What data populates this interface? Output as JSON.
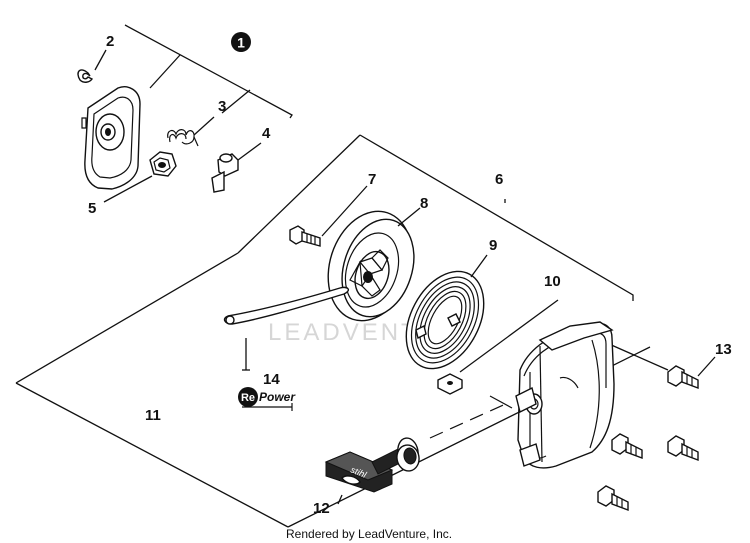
{
  "callouts": {
    "c1": "1",
    "c2": "2",
    "c3": "3",
    "c4": "4",
    "c5": "5",
    "c6": "6",
    "c7": "7",
    "c8": "8",
    "c9": "9",
    "c10": "10",
    "c11": "11",
    "c12": "12",
    "c13": "13",
    "c14": "14"
  },
  "repower": {
    "re": "Re",
    "power": "Power"
  },
  "handle_text": "stihl",
  "watermark": "LEADVENTURE",
  "footer": "Rendered by LeadVenture, Inc.",
  "colors": {
    "ink": "#111111",
    "watermark": "#d6d6d6",
    "background": "#ffffff"
  }
}
